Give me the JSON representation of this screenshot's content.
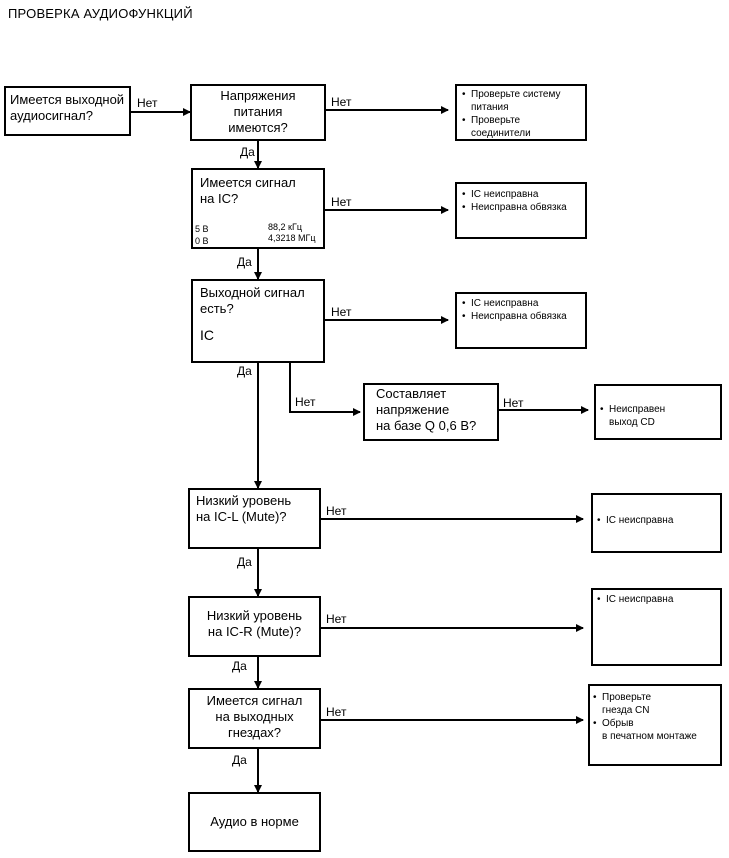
{
  "title": "ПРОВЕРКА АУДИОФУНКЦИЙ",
  "labels": {
    "no": "Нет",
    "yes": "Да"
  },
  "questions": {
    "q1": "Имеется выходной\nаудиосигнал?",
    "q2": "Напряжения\nпитания\nимеются?",
    "q3": "Имеется сигнал\nна IC?",
    "q4": "Выходной сигнал\nесть?",
    "q5": "Составляет\nнапряжение\nна базе Q 0,6 В?",
    "q6": "Низкий уровень\nна IC-L (Mute)?",
    "q7": "Низкий уровень\nна IC-R (Mute)?",
    "q8": "Имеется сигнал\nна выходных\nгнездах?",
    "end": "Аудио в норме"
  },
  "q3_details": {
    "v_high": "5 В",
    "v_low": "0 В",
    "freqs": "88,2 кГц\n4,3218 МГц"
  },
  "q4_details": {
    "ic": "IC"
  },
  "notes": {
    "n1": [
      "Проверьте систему\nпитания",
      "Проверьте\nсоединители"
    ],
    "n2": [
      "IC неисправна",
      "Неисправна обвязка"
    ],
    "n3": [
      "IC неисправна",
      "Неисправна обвязка"
    ],
    "n4": [
      "Неисправен\nвыход CD"
    ],
    "n5": [
      "IC неисправна"
    ],
    "n6": [
      "IC неисправна"
    ],
    "n7": [
      "Проверьте\nгнезда CN",
      "Обрыв\nв печатном монтаже"
    ]
  }
}
